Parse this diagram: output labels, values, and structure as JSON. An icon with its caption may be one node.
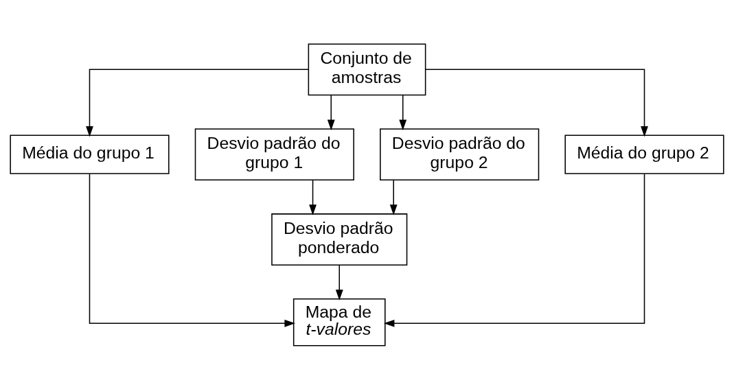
{
  "diagram": {
    "nodes": [
      {
        "text": [
          "Conjunto de amostras"
        ]
      },
      {
        "text": [
          "Média do grupo 1"
        ]
      },
      {
        "text": [
          "Desvio padrão do grupo 1"
        ]
      },
      {
        "text": [
          "Desvio padrão do grupo 2"
        ]
      },
      {
        "text": [
          "Média do grupo 2"
        ]
      },
      {
        "text": [
          "Desvio padrão ponderado"
        ]
      },
      {
        "text": [
          "Mapa de *t-valores*"
        ]
      }
    ],
    "edges": [
      {
        "from": 0,
        "to": 1,
        "arrow": "to"
      },
      {
        "from": 0,
        "to": 2,
        "arrow": "to"
      },
      {
        "from": 0,
        "to": 3,
        "arrow": "to"
      },
      {
        "from": 0,
        "to": 4,
        "arrow": "to"
      },
      {
        "from": 2,
        "to": 5,
        "arrow": "to"
      },
      {
        "from": 3,
        "to": 5,
        "arrow": "to"
      },
      {
        "from": 5,
        "to": 6,
        "arrow": "to"
      },
      {
        "from": 1,
        "to": 6,
        "arrow": "to"
      },
      {
        "from": 4,
        "to": 6,
        "arrow": "to"
      }
    ]
  }
}
